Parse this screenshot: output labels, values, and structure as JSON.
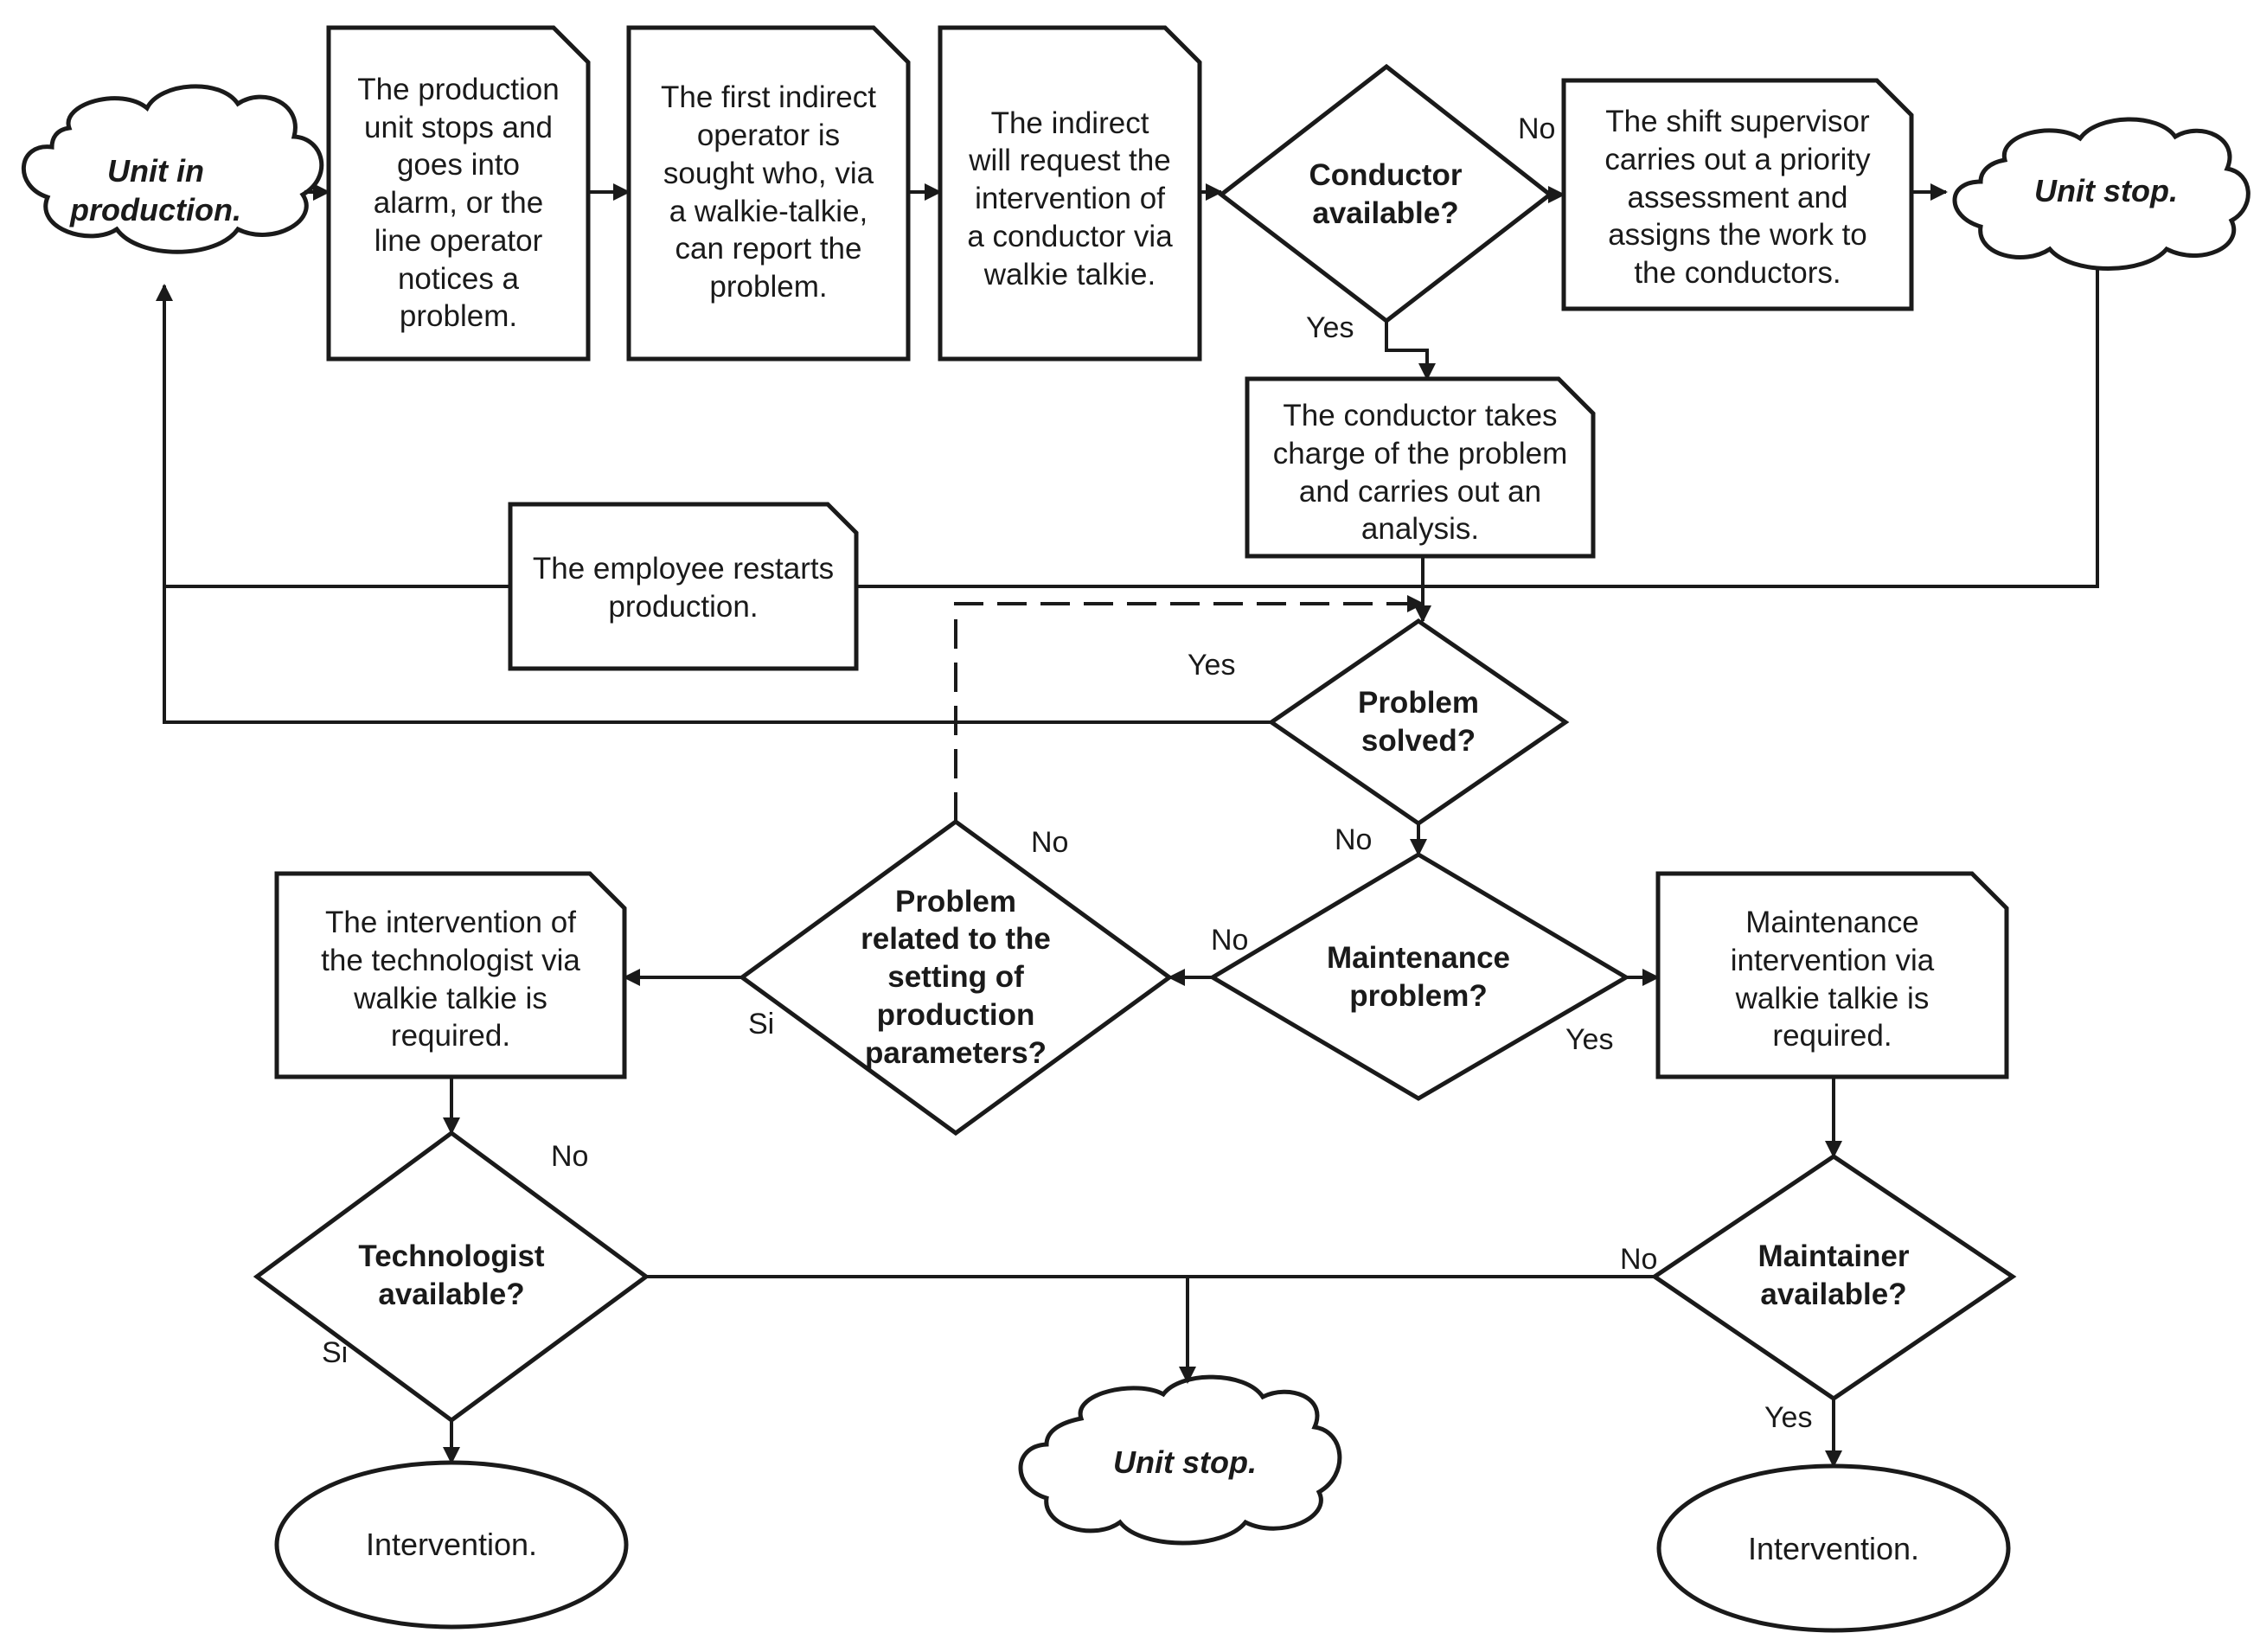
{
  "nodes": {
    "unit_in_production": "Unit in\nproduction.",
    "unit_stops_alarm": "The production\nunit stops and\ngoes into\nalarm, or the\nline operator\nnotices a\nproblem.",
    "first_indirect_operator": "The first indirect\noperator is\nsought who, via\na walkie-talkie,\ncan report the\nproblem.",
    "indirect_requests_conductor": "The indirect\nwill request the\nintervention of\na conductor via\nwalkie talkie.",
    "conductor_available": "Conductor\navailable?",
    "shift_supervisor": "The shift supervisor\ncarries out a priority\nassessment and\nassigns the work to\nthe conductors.",
    "unit_stop_top": "Unit stop.",
    "conductor_takes_charge": "The conductor takes\ncharge of the problem\nand carries out an\nanalysis.",
    "employee_restarts": "The employee restarts\nproduction.",
    "problem_solved": "Problem\nsolved?",
    "maintenance_problem": "Maintenance\nproblem?",
    "production_parameters": "Problem\nrelated to the\nsetting of\nproduction\nparameters?",
    "technologist_intervention": "The intervention of\nthe technologist via\nwalkie talkie is\nrequired.",
    "maintenance_intervention": "Maintenance\nintervention via\nwalkie talkie is\nrequired.",
    "technologist_available": "Technologist\navailable?",
    "maintainer_available": "Maintainer\navailable?",
    "unit_stop_bottom": "Unit stop.",
    "intervention_left": "Intervention.",
    "intervention_right": "Intervention."
  },
  "edge_labels": {
    "conductor_no": "No",
    "conductor_yes": "Yes",
    "solved_yes": "Yes",
    "solved_no": "No",
    "maintenance_no": "No",
    "maintenance_yes": "Yes",
    "parameters_no": "No",
    "parameters_si": "Si",
    "technologist_no": "No",
    "technologist_si": "Si",
    "maintainer_no": "No",
    "maintainer_yes": "Yes"
  },
  "colors": {
    "stroke": "#1a1a1a",
    "fill": "#ffffff"
  }
}
